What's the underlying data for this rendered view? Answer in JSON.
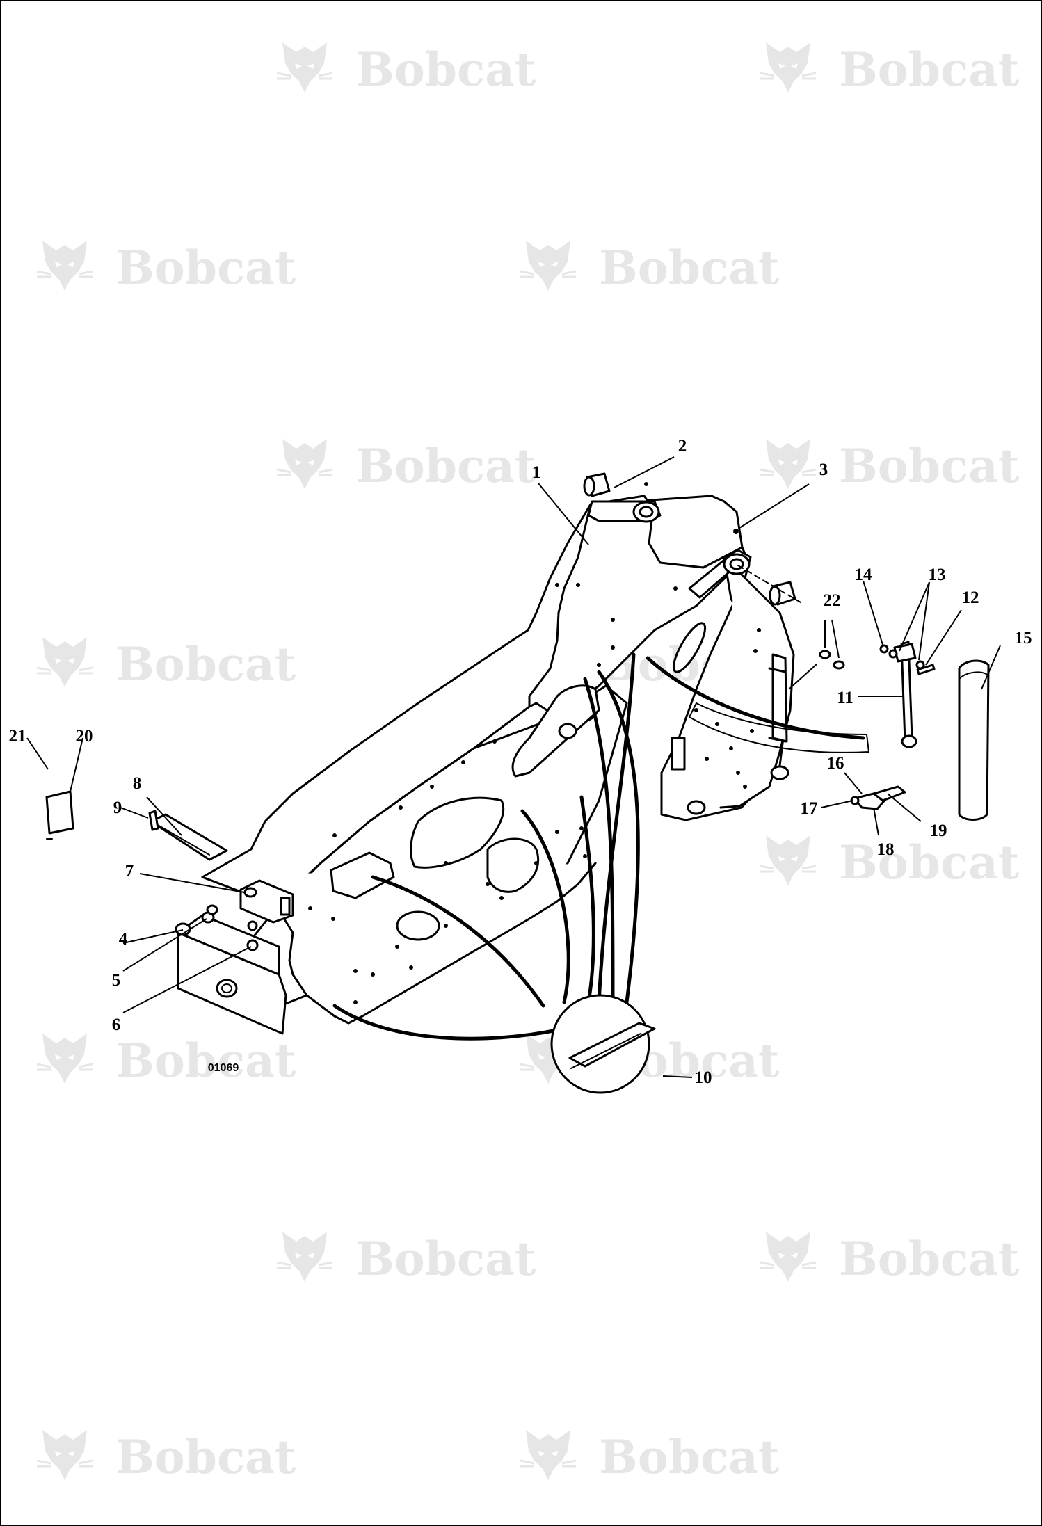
{
  "watermark": {
    "brand": "Bobcat",
    "registered_mark": "®"
  },
  "figure_id": "01069",
  "callouts": [
    {
      "id": "1",
      "label": "1"
    },
    {
      "id": "2",
      "label": "2"
    },
    {
      "id": "3",
      "label": "3"
    },
    {
      "id": "4",
      "label": "4"
    },
    {
      "id": "5",
      "label": "5"
    },
    {
      "id": "6",
      "label": "6"
    },
    {
      "id": "7",
      "label": "7"
    },
    {
      "id": "8",
      "label": "8"
    },
    {
      "id": "9",
      "label": "9"
    },
    {
      "id": "10",
      "label": "10"
    },
    {
      "id": "11",
      "label": "11"
    },
    {
      "id": "12",
      "label": "12"
    },
    {
      "id": "13",
      "label": "13"
    },
    {
      "id": "14",
      "label": "14"
    },
    {
      "id": "15",
      "label": "15"
    },
    {
      "id": "16",
      "label": "16"
    },
    {
      "id": "17",
      "label": "17"
    },
    {
      "id": "18",
      "label": "18"
    },
    {
      "id": "19",
      "label": "19"
    },
    {
      "id": "20",
      "label": "20"
    },
    {
      "id": "21",
      "label": "21"
    },
    {
      "id": "22",
      "label": "22"
    }
  ]
}
